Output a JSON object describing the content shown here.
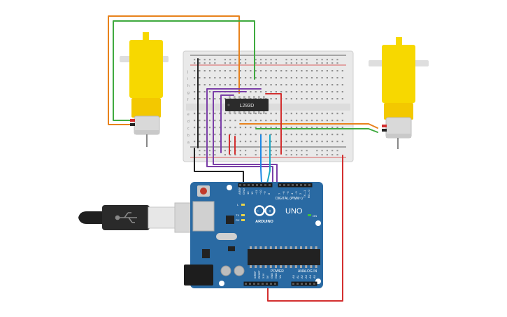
{
  "breadboard": {
    "row_letters_top": [
      "j",
      "i",
      "h",
      "g",
      "f"
    ],
    "row_letters_bottom": [
      "e",
      "d",
      "c",
      "b",
      "a"
    ],
    "column_count": 30
  },
  "driver_chip": {
    "label": "L293D"
  },
  "arduino": {
    "brand": "ARDUINO",
    "model": "UNO",
    "digital_label": "DIGITAL (PWM~)",
    "power_label": "POWER",
    "analog_label": "ANALOG IN",
    "on_label": "ON",
    "led_l": "L",
    "led_tx": "TX",
    "led_rx": "RX",
    "digital_pins": [
      "AREF",
      "GND",
      "13",
      "12",
      "~11",
      "~10",
      "~9",
      "8",
      "7",
      "~6",
      "~5",
      "4",
      "~3",
      "2",
      "TX→1",
      "RX←0"
    ],
    "power_pins": [
      "IOREF",
      "RESET",
      "3.3V",
      "5V",
      "GND",
      "GND",
      "Vin"
    ],
    "analog_pins": [
      "A0",
      "A1",
      "A2",
      "A3",
      "A4",
      "A5"
    ]
  },
  "wire_colors": {
    "red": "#d32f2f",
    "black": "#222222",
    "orange": "#e8821c",
    "green": "#3faa3f",
    "purple": "#7b3fa8",
    "blue": "#1e88e5",
    "teal": "#1ba8c4"
  },
  "board_color": "#2a6aa3",
  "motor_color": "#f7d800"
}
